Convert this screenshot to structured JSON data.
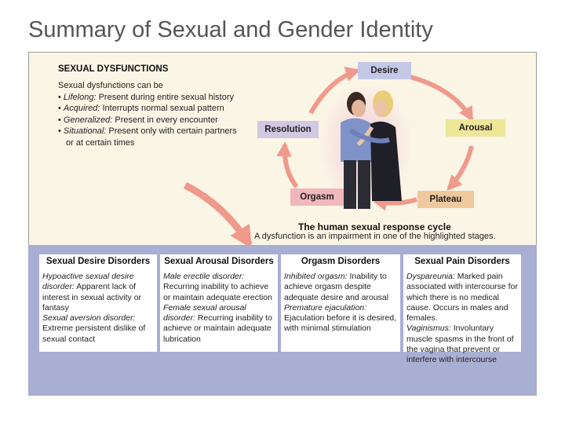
{
  "slide": {
    "title": "Summary of Sexual and Gender Identity"
  },
  "dysfunctions": {
    "heading": "SEXUAL DYSFUNCTIONS",
    "intro": "Sexual dysfunctions can be",
    "items": [
      {
        "term": "Lifelong:",
        "text": " Present during entire sexual history"
      },
      {
        "term": "Acquired:",
        "text": " Interrupts normal sexual pattern"
      },
      {
        "term": "Generalized:",
        "text": " Present in every encounter"
      },
      {
        "term": "Situational:",
        "text": " Present only with certain partners or at certain times"
      }
    ]
  },
  "cycle": {
    "stages": {
      "desire": "Desire",
      "arousal": "Arousal",
      "plateau": "Plateau",
      "orgasm": "Orgasm",
      "resolution": "Resolution"
    },
    "caption": "The human sexual response cycle",
    "subcaption": "A dysfunction is an impairment in one of the highlighted stages."
  },
  "categories": [
    {
      "title": "Sexual Desire Disorders",
      "entries": [
        {
          "term": "Hypoactive sexual desire disorder:",
          "text": " Apparent lack of interest in sexual activity or fantasy"
        },
        {
          "term": "Sexual aversion disorder:",
          "text": " Extreme persistent dislike of sexual contact"
        }
      ]
    },
    {
      "title": "Sexual Arousal Disorders",
      "entries": [
        {
          "term": "Male erectile disorder:",
          "text": " Recurring inability to achieve or maintain adequate erection"
        },
        {
          "term": "Female sexual arousal disorder:",
          "text": " Recurring inability to achieve or maintain adequate lubrication"
        }
      ]
    },
    {
      "title": "Orgasm Disorders",
      "entries": [
        {
          "term": "Inhibited orgasm:",
          "text": " Inability to achieve orgasm despite adequate desire and arousal"
        },
        {
          "term": "Premature ejaculation:",
          "text": " Ejaculation before it is desired, with minimal stimulation"
        }
      ]
    },
    {
      "title": "Sexual Pain Disorders",
      "entries": [
        {
          "term": "Dyspareunia:",
          "text": " Marked pain associated with intercourse for which there is no medical cause. Occurs in males and females."
        },
        {
          "term": "Vaginismus:",
          "text": " Involuntary muscle spasms in the front of the vagina that prevent or interfere with intercourse"
        }
      ]
    }
  ],
  "colors": {
    "panel": "#fbf5e6",
    "band": "#a9aed3",
    "desire_box": "#c3c8e6",
    "arousal_box": "#eee79a",
    "plateau_box": "#f0c89e",
    "orgasm_box": "#f0b7bd",
    "resolution_box": "#d2c8e4",
    "arrow": "#ef9a8c"
  }
}
